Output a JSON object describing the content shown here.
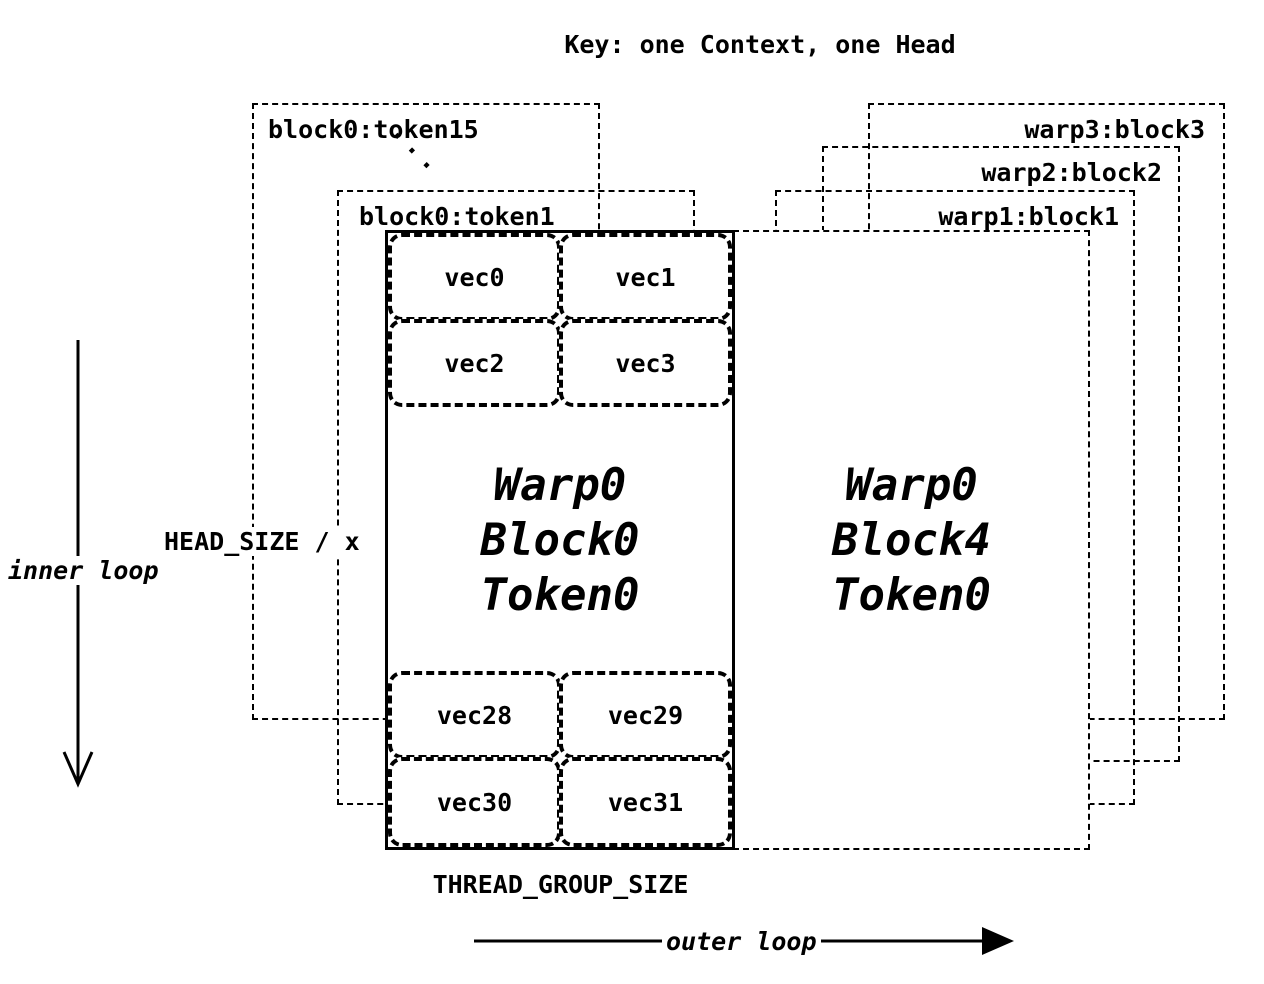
{
  "colors": {
    "ink": "#000000",
    "background": "#ffffff"
  },
  "title": "Key: one Context, one Head",
  "left_stack": {
    "back_label": "block0:token15",
    "ellipsis": "···",
    "front_label": "block0:token1"
  },
  "right_stack": {
    "layer3_label": "warp3:block3",
    "layer2_label": "warp2:block2",
    "layer1_label": "warp1:block1"
  },
  "main_block": {
    "vecs_top": [
      "vec0",
      "vec1",
      "vec2",
      "vec3"
    ],
    "vecs_bottom": [
      "vec28",
      "vec29",
      "vec30",
      "vec31"
    ],
    "title_lines": [
      "Warp0",
      "Block0",
      "Token0"
    ]
  },
  "right_block": {
    "title_lines": [
      "Warp0",
      "Block4",
      "Token0"
    ]
  },
  "axis_labels": {
    "head_size": "HEAD_SIZE / x",
    "inner_loop": "inner loop",
    "thread_group_size": "THREAD_GROUP_SIZE",
    "outer_loop": "outer loop"
  }
}
